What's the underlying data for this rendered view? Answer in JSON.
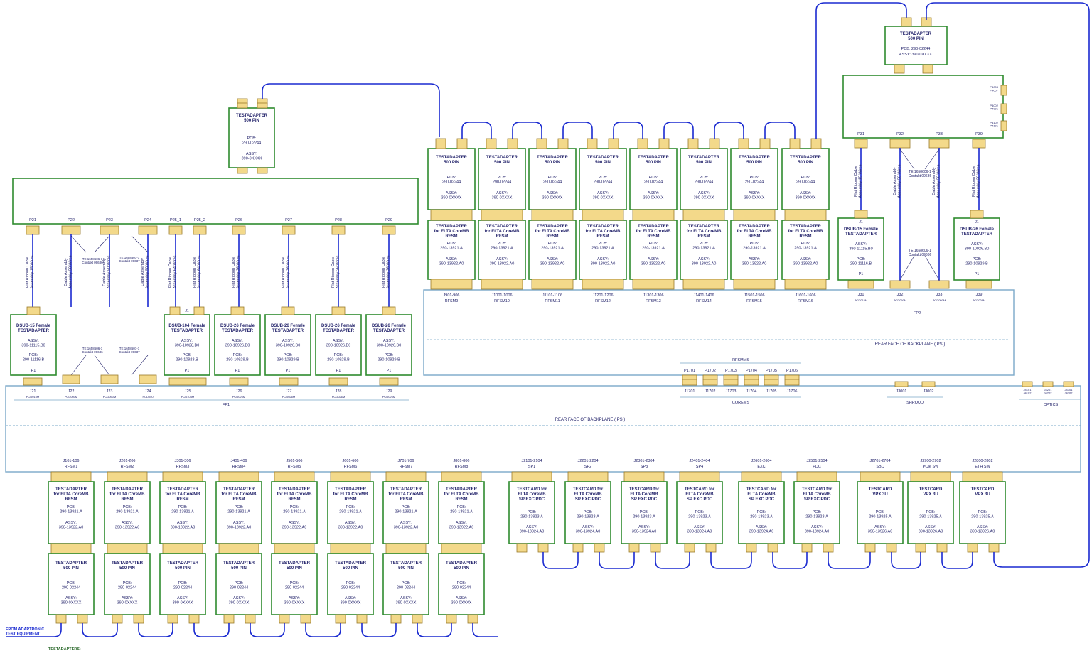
{
  "backplane": {
    "rear_face_label": "REAR FACE OF BACKPLANE ( PS )",
    "fp1_label": "FP1",
    "fp2_label": "FP2",
    "rear_face_fp2_label": "REAR FACE OF BACKPLANE ( PS )",
    "corems_label": "COREMS",
    "rfsmms_label": "RFSMMS",
    "shroud_label": "SHROUD",
    "optics_label": "OPTICS"
  },
  "fp1": {
    "top_adapter": {
      "title": "TESTADAPTER\n500 PIN",
      "pcb": "PCB:\n290-02244",
      "assy": "ASSY:\n390-0XXXX"
    },
    "ports": [
      "P21",
      "P22",
      "P23",
      "P24",
      "P25_1",
      "P25_2",
      "P26",
      "P27",
      "P28",
      "P29"
    ],
    "cables": [
      "Flat Ribbon Cable\nAssembly 15 Wires",
      "Cable Assembly\nAssembly 50 Wires",
      "Cable Assembly\nAssembly 50 Wires",
      "Cable Assembly\nAssembly 50 Wires",
      "Flat Ribbon Cable\nAssembly 64 Wires",
      "Flat Ribbon Cable\nAssembly 64 Wires",
      "Flat Ribbon Cable\nAssembly 26 Wires",
      "Flat Ribbon Cable\nAssembly 26 Wires",
      "Flat Ribbon Cable\nAssembly 26 Wires",
      "Flat Ribbon Cable\nAssembly 26 Wires"
    ],
    "te_notes": [
      "TE 1658606-1\nContakt 09636",
      "TE 1658607-1\nContakt 09637",
      "TE 1658606-1\nContakt 09636",
      "TE 1658607-1\nContakt 09637"
    ],
    "dsub": [
      {
        "title": "DSUB-15 Female\nTESTADAPTER",
        "assy": "ASSY:\n390-11115.B0",
        "pcb": "PCB:\n290-11116.B",
        "j": "J1",
        "p": "P1"
      },
      {
        "title": "DSUB-104 Female\nTESTADAPTER",
        "assy": "ASSY:\n390-10928.B0",
        "pcb": "PCB:\n290-10923.B",
        "j": "J1",
        "p": "P1"
      },
      {
        "title": "DSUB-26 Female\nTESTADAPTER",
        "assy": "ASSY:\n390-10926.B0",
        "pcb": "PCB:\n290-10929.B",
        "j": "J1",
        "p": "P1"
      },
      {
        "title": "DSUB-26 Female\nTESTADAPTER",
        "assy": "ASSY:\n390-10926.B0",
        "pcb": "PCB:\n290-10929.B",
        "j": "J1",
        "p": "P1"
      },
      {
        "title": "DSUB-26 Female\nTESTADAPTER",
        "assy": "ASSY:\n390-10926.B0",
        "pcb": "PCB:\n290-10929.B",
        "j": "J1",
        "p": "P1"
      },
      {
        "title": "DSUB-26 Female\nTESTADAPTER",
        "assy": "ASSY:\n390-10926.B0",
        "pcb": "PCB:\n290-10929.B",
        "j": "J1",
        "p": "P1"
      }
    ],
    "j_labels": [
      {
        "j": "J21",
        "code": "PCD015M"
      },
      {
        "j": "J22",
        "code": "PCD050M"
      },
      {
        "j": "J23",
        "code": "PCD050M"
      },
      {
        "j": "J24",
        "code": "PCD050"
      },
      {
        "j": "J25",
        "code": "PCD104M"
      },
      {
        "j": "J26",
        "code": "PCD026M"
      },
      {
        "j": "J27",
        "code": "PCD026M"
      },
      {
        "j": "J28",
        "code": "PCD026M"
      },
      {
        "j": "J29",
        "code": "PCD026M"
      }
    ]
  },
  "rfsm_top": {
    "adapters": [
      {
        "title": "TESTADAPTER\n500 PIN",
        "pcb": "PCB:\n290-02244",
        "assy": "ASSY:\n390-0XXXX"
      }
    ],
    "cards": [
      {
        "j": "J901-906",
        "name": "RFSM9"
      },
      {
        "j": "J1001-1006",
        "name": "RFSM10"
      },
      {
        "j": "J1101-1106",
        "name": "RFSM11"
      },
      {
        "j": "J1201-1206",
        "name": "RFSM12"
      },
      {
        "j": "J1301-1306",
        "name": "RFSM13"
      },
      {
        "j": "J1401-1406",
        "name": "RFSM14"
      },
      {
        "j": "J1501-1506",
        "name": "RFSM15"
      },
      {
        "j": "J1601-1606",
        "name": "RFSM16"
      }
    ],
    "elta": {
      "title": "TESTADAPTER\nfor ELTA CoreMB\nRFSM",
      "pcb": "PCB:\n290-13921.A",
      "assy": "ASSY:\n390-13922.A0"
    }
  },
  "fp2": {
    "top_adapter": {
      "title": "TESTADAPTER\n500 PIN",
      "pcb": "PCB:   290-02244",
      "assy": "ASSY:   390-0XXXX"
    },
    "ports": [
      "P31",
      "P32",
      "P33",
      "P39"
    ],
    "side_ports": [
      "P4003\nP4007",
      "P4002\nP4001",
      "P4102\nP4101"
    ],
    "cables": [
      "Flat Ribbon Cable\nAssembly 15 Wires",
      "Cable Assembly\nAssembly 50 Wires",
      "Cable Assembly\nAssembly 50 Wires",
      "Flat Ribbon Cable\nAssembly 26 Wires"
    ],
    "te_notes": [
      "TE 1658606-1\nContakt 09636",
      "TE 1658606-1\nContakt 09636"
    ],
    "dsub": [
      {
        "title": "DSUB-15 Female\nTESTADAPTER",
        "assy": "ASSY:\n390-11115.B0",
        "pcb": "PCB:\n290-11116.B",
        "j": "J1",
        "p": "P1"
      },
      {
        "title": "DSUB-26 Female\nTESTADAPTER",
        "assy": "ASSY:\n390-10926.B0",
        "pcb": "PCB:\n290-10929.B",
        "j": "J1",
        "p": "P1"
      }
    ],
    "j_labels": [
      {
        "j": "J31",
        "code": "PCD015M"
      },
      {
        "j": "J32",
        "code": "PCD050M"
      },
      {
        "j": "J33",
        "code": "PCD050M"
      },
      {
        "j": "J39",
        "code": "PCD026M"
      }
    ]
  },
  "corems": {
    "p_labels": [
      "P1701",
      "P1702",
      "P1703",
      "P1704",
      "P1705",
      "P1706"
    ],
    "j_labels": [
      "J1701",
      "J1702",
      "J1703",
      "J1704",
      "J1705",
      "J1706"
    ]
  },
  "shroud": {
    "j_labels": [
      "J3001",
      "J3002"
    ]
  },
  "optics": {
    "j_labels": [
      "J4101\nJ4102",
      "J4201\nJ4202",
      "J4301\nJ4302"
    ]
  },
  "bottom": {
    "rfsm_groups": [
      {
        "j": "J101-106",
        "name": "RFSM1"
      },
      {
        "j": "J201-206",
        "name": "RFSM2"
      },
      {
        "j": "J301-306",
        "name": "RFSM3"
      },
      {
        "j": "J401-406",
        "name": "RFSM4"
      },
      {
        "j": "J501-506",
        "name": "RFSM5"
      },
      {
        "j": "J601-606",
        "name": "RFSM6"
      },
      {
        "j": "J701-706",
        "name": "RFSM7"
      },
      {
        "j": "J801-806",
        "name": "RFSM8"
      }
    ],
    "elta": {
      "title": "TESTADAPTER\nfor ELTA CoreMB\nRFSM",
      "pcb": "PCB:\n290-13921.A",
      "assy": "ASSY:\n390-13922.A0"
    },
    "adapter500": {
      "title": "TESTADAPTER\n500 PIN",
      "pcb": "PCB:\n290-02244",
      "assy": "ASSY:\n390-0XXXX"
    },
    "cards": [
      {
        "j": "J2101-2104",
        "name": "SP1",
        "title": "TESTCARD for\nELTA CoreMB\nSP EXC PDC",
        "pcb": "PCB:\n290-13923.A",
        "assy": "ASSY:\n390-13924.A0"
      },
      {
        "j": "J2201-2204",
        "name": "SP2",
        "title": "TESTCARD for\nELTA CoreMB\nSP EXC PDC",
        "pcb": "PCB:\n290-13923.A",
        "assy": "ASSY:\n390-13924.A0"
      },
      {
        "j": "J2301-2304",
        "name": "SP3",
        "title": "TESTCARD for\nELTA CoreMB\nSP EXC PDC",
        "pcb": "PCB:\n290-13923.A",
        "assy": "ASSY:\n390-13924.A0"
      },
      {
        "j": "J2401-2404",
        "name": "SP4",
        "title": "TESTCARD for\nELTA CoreMB\nSP EXC PDC",
        "pcb": "PCB:\n290-13923.A",
        "assy": "ASSY:\n390-13924.A0"
      },
      {
        "j": "J2601-2604",
        "name": "EXC",
        "title": "TESTCARD for\nELTA CoreMB\nSP EXC PDC",
        "pcb": "PCB:\n290-13923.A",
        "assy": "ASSY:\n390-13924.A0"
      },
      {
        "j": "J2501-2504",
        "name": "PDC",
        "title": "TESTCARD for\nELTA CoreMB\nSP EXC PDC",
        "pcb": "PCB:\n290-13923.A",
        "assy": "ASSY:\n390-13924.A0"
      },
      {
        "j": "J2701-2704",
        "name": "SBC",
        "title": "TESTCARD\nVPX 3U",
        "pcb": "PCB:\n290-13925.A",
        "assy": "ASSY:\n390-13926.A0"
      },
      {
        "j": "J2900-2902",
        "name": "PCIe SW",
        "title": "TESTCARD\nVPX 3U",
        "pcb": "PCB:\n290-13925.A",
        "assy": "ASSY:\n390-13926.A0"
      },
      {
        "j": "J2800-2802",
        "name": "ETH SW",
        "title": "TESTCARD\nVPX 3U",
        "pcb": "PCB:\n290-13925.A",
        "assy": "ASSY:\n390-13926.A0"
      }
    ],
    "from_label": "FROM ADAPTRONIC\nTEST EQUIPMENT",
    "testadapters_label": "TESTADAPTERS:"
  },
  "colors": {
    "box": "#2e8b2e",
    "wire": "#1a2ad0",
    "conn": "#f3d98a",
    "connBorder": "#9a7a2a",
    "frame": "#7aa9c9",
    "text": "#22226a"
  }
}
